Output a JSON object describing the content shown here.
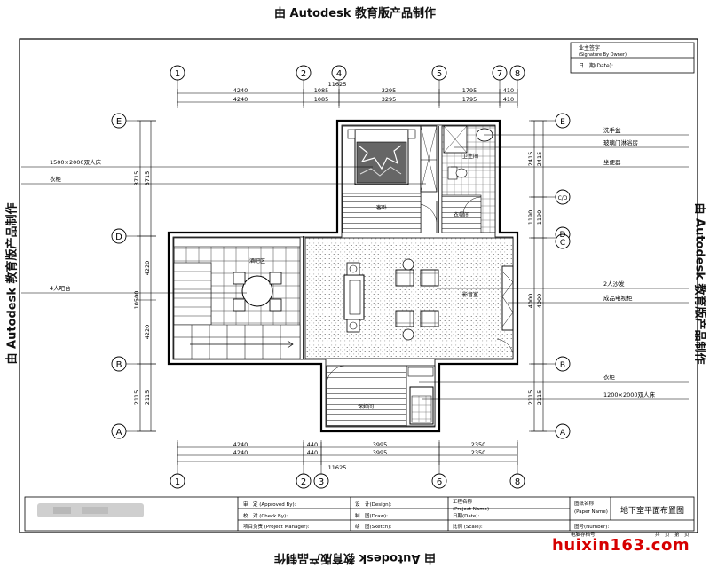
{
  "watermarks": {
    "top": "由 Autodesk 教育版产品制作",
    "bottom": "由 Autodesk 教育版产品制作",
    "left": "由 Autodesk 教育版产品制作",
    "right": "由 Autodesk 教育版产品制作"
  },
  "site_logo": "huixin163.com",
  "title_block_top": {
    "row1": "业主签字",
    "row1_sub": "(Signature By Owner)",
    "row2": "日　期(Date):"
  },
  "axes": {
    "top": [
      "1",
      "2",
      "4",
      "5",
      "7",
      "8"
    ],
    "bottom": [
      "1",
      "2",
      "3",
      "6",
      "8"
    ],
    "left": [
      "E",
      "D",
      "B",
      "A"
    ],
    "right": [
      "E",
      "C/D",
      "D",
      "C",
      "B",
      "A"
    ]
  },
  "dims": {
    "top_overall": "11625",
    "top_row1": [
      "4240",
      "1085",
      "3295",
      "1795",
      "410"
    ],
    "top_row2": [
      "4240",
      "1085",
      "3295",
      "1795",
      "410"
    ],
    "bottom_row1": [
      "4240",
      "440",
      "3995",
      "2350"
    ],
    "bottom_row2": [
      "4240",
      "440",
      "3995",
      "2350"
    ],
    "bottom_overall": "11625",
    "left_outer": [
      "3715",
      "10500",
      "2115"
    ],
    "left_inner": [
      "3715",
      "4220",
      "4220",
      "2115"
    ],
    "right_outer": [
      "2415",
      "1190",
      "4000",
      "2115"
    ],
    "right_inner": [
      "2415",
      "1190",
      "4000",
      "2115"
    ]
  },
  "room_labels": {
    "bedroom1": "客卧",
    "bathroom": "卫生间",
    "wardrobe_room": "衣帽间",
    "dining": "酒吧区",
    "living": "影音室",
    "bedroom2": "保姆间"
  },
  "callouts_left": [
    "1500×2000双人床",
    "衣柜",
    "4人吧台"
  ],
  "callouts_right": [
    "洗手盆",
    "玻璃门淋浴房",
    "坐便器",
    "2人沙发",
    "成品电视柜",
    "衣柜",
    "1200×2000双人床"
  ],
  "title_block_bottom": {
    "approved": "审　定 (Approved By):",
    "checked": "校　对 (Check By):",
    "manager": "项目负责 (Project Manager):",
    "design": "设　计(Design):",
    "drawn": "制　图(Draw):",
    "sketch": "绘　图(Sketch):",
    "project": "工程名称",
    "project_sub": "(Project Name)",
    "date": "日期(Date):",
    "scale": "比例 (Scale):",
    "drawing_name_label": "图纸名称",
    "drawing_name_sub": "(Paper Name)",
    "drawing_name": "地下室平面布置图",
    "number_label": "图号(Number):",
    "archive": "电脑存档号:",
    "pages": "共　页　第　页"
  }
}
